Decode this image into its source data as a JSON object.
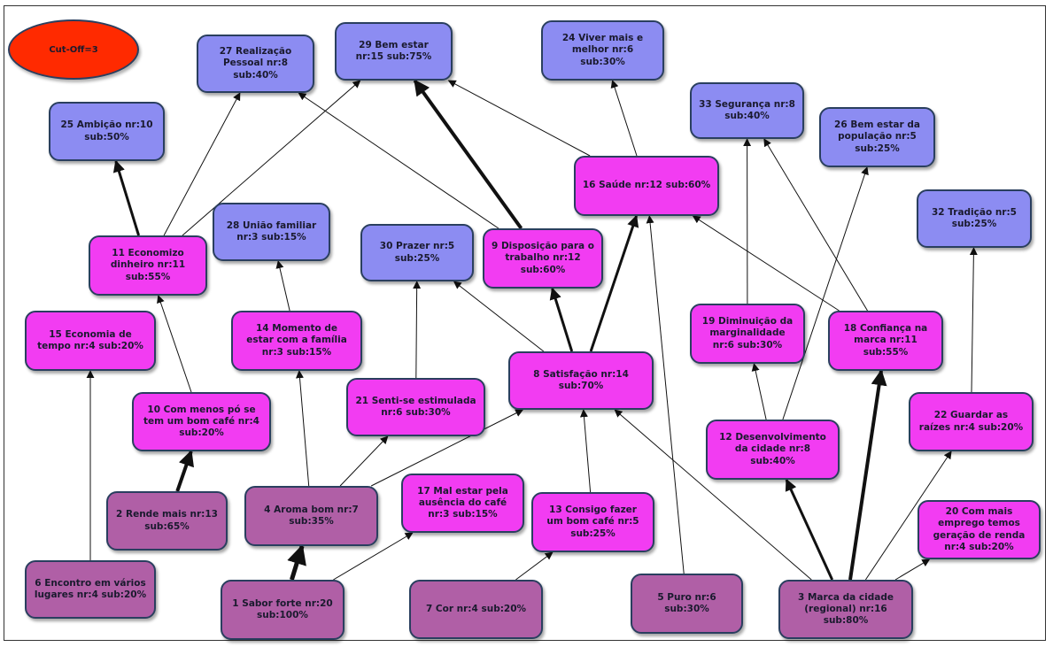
{
  "cutoff_label": "Cut-Off=3",
  "colors": {
    "terminal": "#8c8cf2",
    "consequence": "#f23cf2",
    "attribute": "#b05fa6",
    "cutoff": "#ff2a00"
  },
  "nodes": {
    "n27": {
      "label": "27 Realização\nPessoal nr:8\nsub:40%"
    },
    "n29": {
      "label": "29 Bem estar\nnr:15 sub:75%"
    },
    "n24": {
      "label": "24 Viver mais e\nmelhor nr:6\nsub:30%"
    },
    "n25": {
      "label": "25 Ambição nr:10\nsub:50%"
    },
    "n33": {
      "label": "33 Segurança nr:8\nsub:40%"
    },
    "n26": {
      "label": "26 Bem estar da\npopulação nr:5\nsub:25%"
    },
    "n16": {
      "label": "16 Saúde nr:12 sub:60%"
    },
    "n28": {
      "label": "28 União familiar\nnr:3 sub:15%"
    },
    "n30": {
      "label": "30 Prazer nr:5\nsub:25%"
    },
    "n9": {
      "label": "9 Disposição para o\ntrabalho nr:12\nsub:60%"
    },
    "n32": {
      "label": "32 Tradição nr:5\nsub:25%"
    },
    "n11": {
      "label": "11 Economizo\ndinheiro nr:11\nsub:55%"
    },
    "n15": {
      "label": "15 Economia de\ntempo nr:4 sub:20%"
    },
    "n14": {
      "label": "14 Momento de\nestar com a família\nnr:3 sub:15%"
    },
    "n19": {
      "label": "19 Diminuição da\nmarginalidade\nnr:6 sub:30%"
    },
    "n18": {
      "label": "18 Confiança na\nmarca nr:11\nsub:55%"
    },
    "n8": {
      "label": "8 Satisfação nr:14\nsub:70%"
    },
    "n21": {
      "label": "21 Senti-se estimulada\nnr:6 sub:30%"
    },
    "n10": {
      "label": "10 Com menos pó se\ntem um bom café nr:4\nsub:20%"
    },
    "n22": {
      "label": "22 Guardar as\nraízes nr:4 sub:20%"
    },
    "n12": {
      "label": "12 Desenvolvimento\nda cidade nr:8\nsub:40%"
    },
    "n2": {
      "label": "2 Rende mais nr:13\nsub:65%"
    },
    "n4": {
      "label": "4 Aroma bom nr:7\nsub:35%"
    },
    "n17": {
      "label": "17 Mal estar pela\nausência do café\nnr:3 sub:15%"
    },
    "n13": {
      "label": "13 Consigo fazer\num bom café nr:5\nsub:25%"
    },
    "n20": {
      "label": "20 Com mais\nemprego temos\ngeração de renda\nnr:4 sub:20%"
    },
    "n6": {
      "label": "6 Encontro em vários\nlugares nr:4 sub:20%"
    },
    "n1": {
      "label": "1 Sabor forte nr:20\nsub:100%"
    },
    "n7": {
      "label": "7 Cor nr:4 sub:20%"
    },
    "n5": {
      "label": "5 Puro nr:6\nsub:30%"
    },
    "n3": {
      "label": "3 Marca da cidade\n(regional) nr:16\nsub:80%"
    }
  },
  "edges": [
    {
      "from": "n1",
      "to": "n4",
      "weight": 5
    },
    {
      "from": "n1",
      "to": "n17",
      "weight": 1
    },
    {
      "from": "n2",
      "to": "n10",
      "weight": 4
    },
    {
      "from": "n10",
      "to": "n11",
      "weight": 1
    },
    {
      "from": "n11",
      "to": "n25",
      "weight": 3
    },
    {
      "from": "n11",
      "to": "n27",
      "weight": 1
    },
    {
      "from": "n11",
      "to": "n29",
      "weight": 1
    },
    {
      "from": "n6",
      "to": "n15",
      "weight": 1
    },
    {
      "from": "n4",
      "to": "n14",
      "weight": 1
    },
    {
      "from": "n4",
      "to": "n21",
      "weight": 1
    },
    {
      "from": "n4",
      "to": "n8",
      "weight": 1
    },
    {
      "from": "n14",
      "to": "n28",
      "weight": 1
    },
    {
      "from": "n21",
      "to": "n30",
      "weight": 1
    },
    {
      "from": "n8",
      "to": "n30",
      "weight": 1
    },
    {
      "from": "n8",
      "to": "n9",
      "weight": 3
    },
    {
      "from": "n8",
      "to": "n16",
      "weight": 3
    },
    {
      "from": "n9",
      "to": "n29",
      "weight": 4
    },
    {
      "from": "n9",
      "to": "n27",
      "weight": 1
    },
    {
      "from": "n16",
      "to": "n24",
      "weight": 1
    },
    {
      "from": "n16",
      "to": "n29",
      "weight": 1
    },
    {
      "from": "n18",
      "to": "n16",
      "weight": 1
    },
    {
      "from": "n18",
      "to": "n33",
      "weight": 1
    },
    {
      "from": "n19",
      "to": "n33",
      "weight": 1
    },
    {
      "from": "n12",
      "to": "n19",
      "weight": 1
    },
    {
      "from": "n12",
      "to": "n26",
      "weight": 1
    },
    {
      "from": "n13",
      "to": "n8",
      "weight": 1
    },
    {
      "from": "n7",
      "to": "n13",
      "weight": 1
    },
    {
      "from": "n5",
      "to": "n16",
      "weight": 1
    },
    {
      "from": "n3",
      "to": "n12",
      "weight": 3
    },
    {
      "from": "n3",
      "to": "n18",
      "weight": 4
    },
    {
      "from": "n3",
      "to": "n22",
      "weight": 1
    },
    {
      "from": "n3",
      "to": "n20",
      "weight": 1
    },
    {
      "from": "n3",
      "to": "n8",
      "weight": 1
    },
    {
      "from": "n22",
      "to": "n32",
      "weight": 1
    }
  ]
}
